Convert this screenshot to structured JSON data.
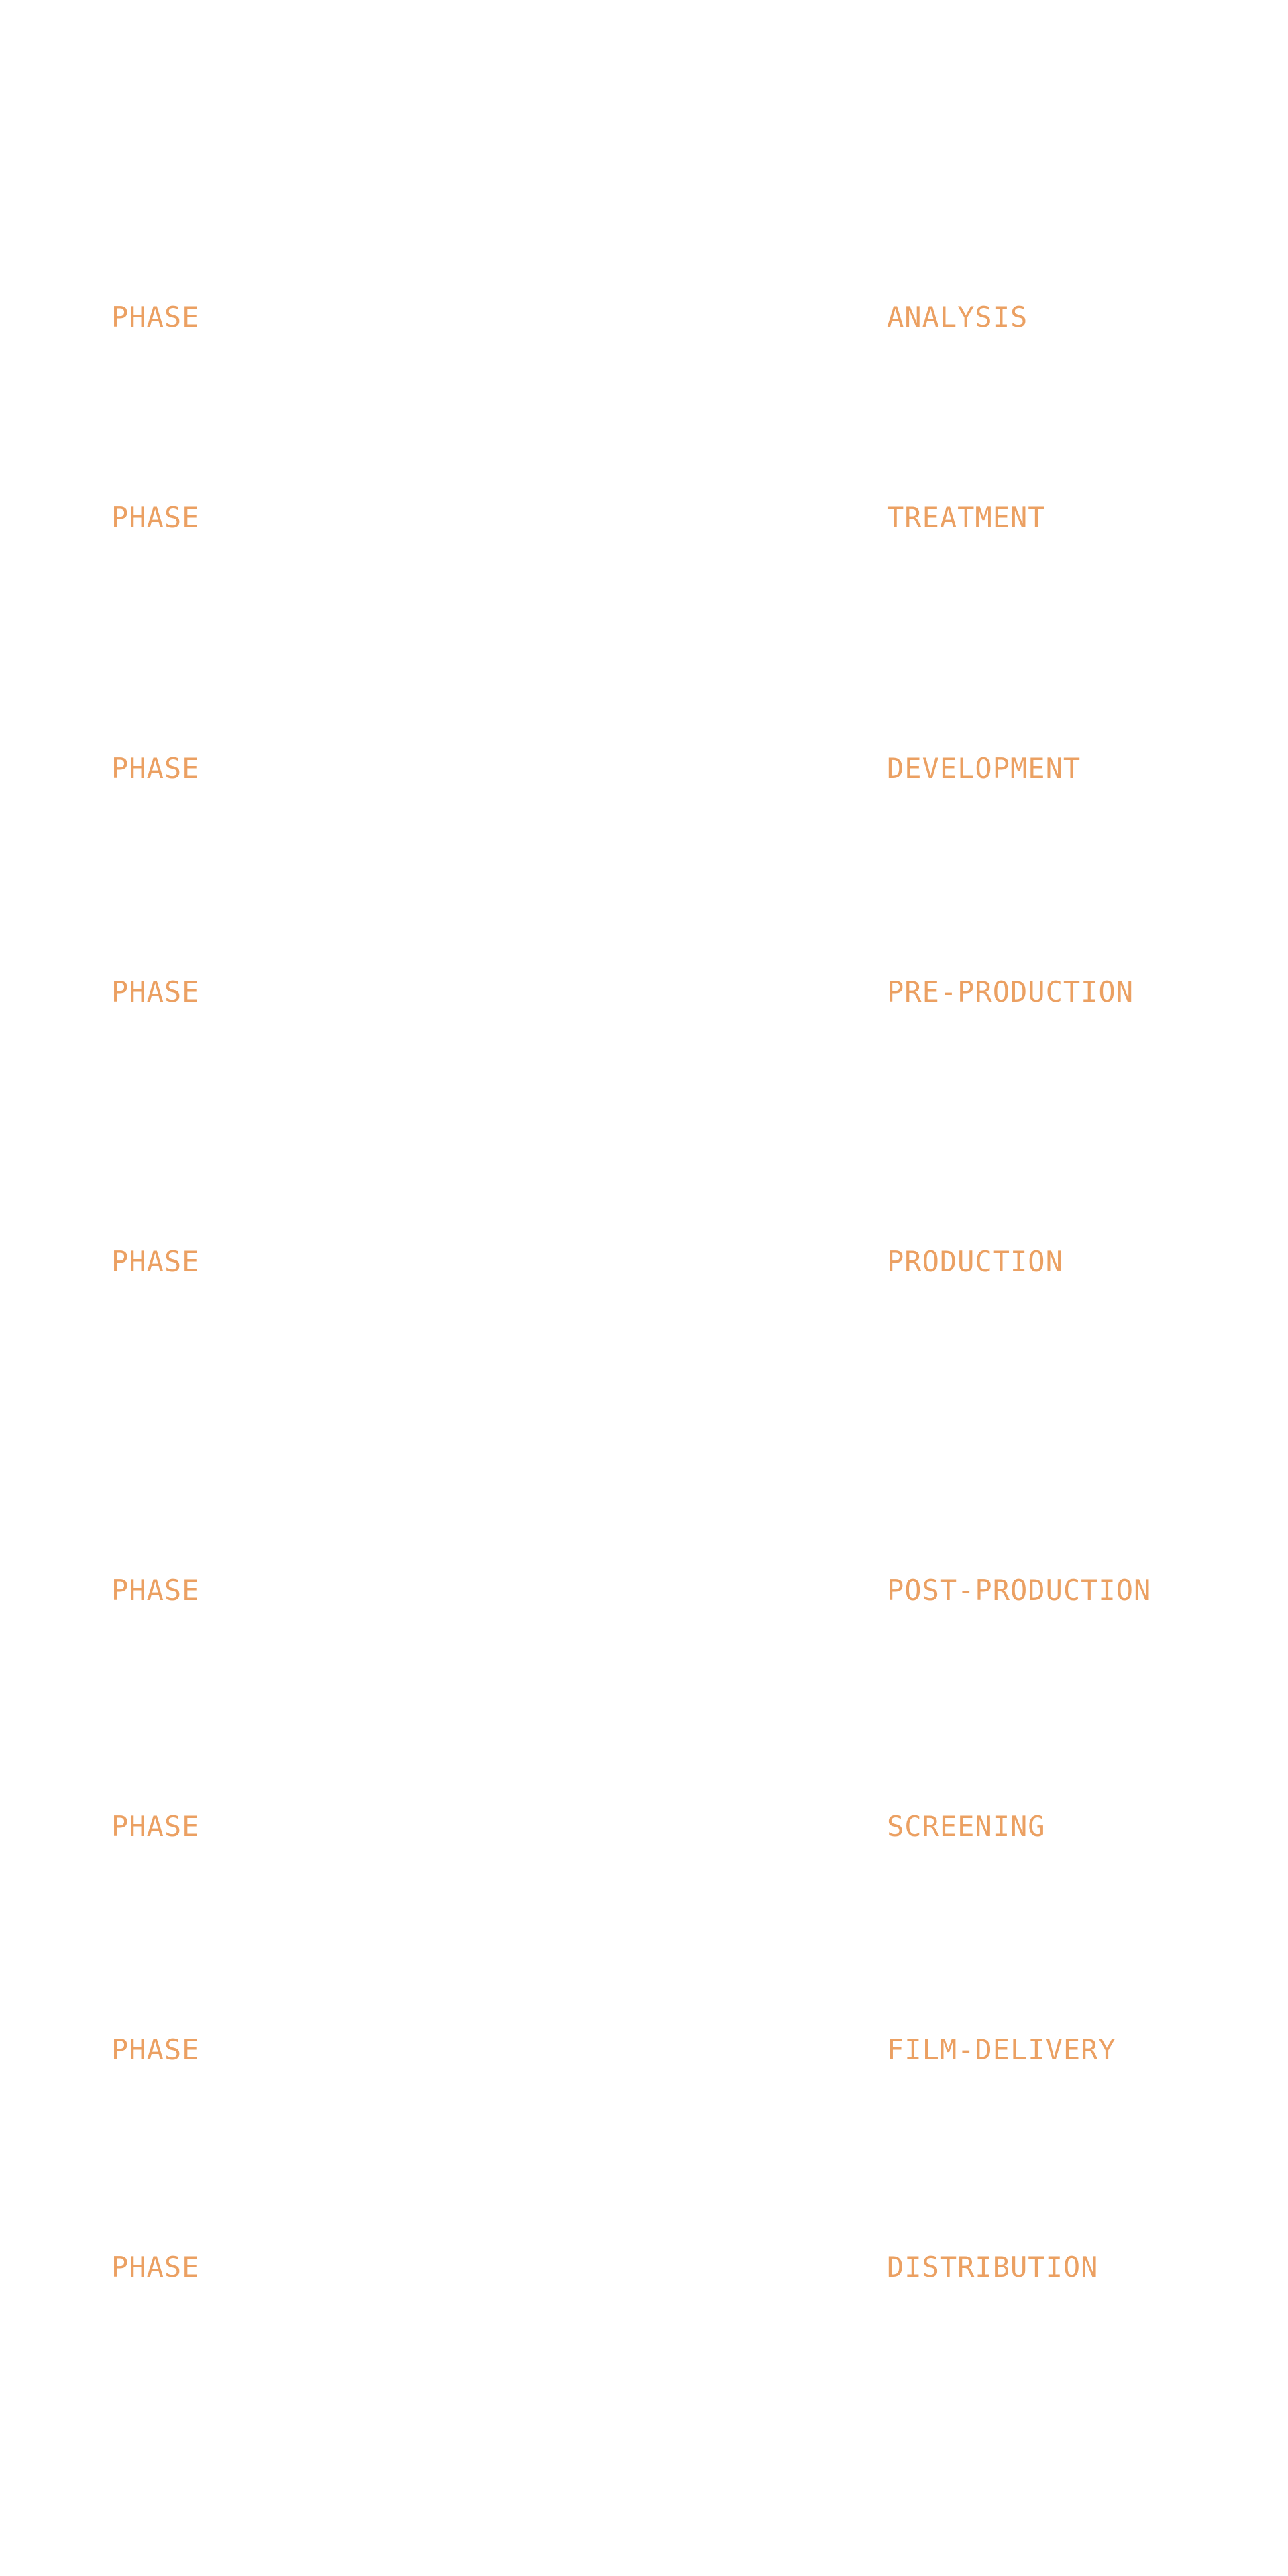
{
  "accent_color": "#eba062",
  "phases": [
    {
      "label": "PHASE",
      "value": "ANALYSIS"
    },
    {
      "label": "PHASE",
      "value": "TREATMENT"
    },
    {
      "label": "PHASE",
      "value": "DEVELOPMENT"
    },
    {
      "label": "PHASE",
      "value": "PRE-PRODUCTION"
    },
    {
      "label": "PHASE",
      "value": "PRODUCTION"
    },
    {
      "label": "PHASE",
      "value": "POST-PRODUCTION"
    },
    {
      "label": "PHASE",
      "value": "SCREENING"
    },
    {
      "label": "PHASE",
      "value": "FILM-DELIVERY"
    },
    {
      "label": "PHASE",
      "value": "DISTRIBUTION"
    }
  ]
}
